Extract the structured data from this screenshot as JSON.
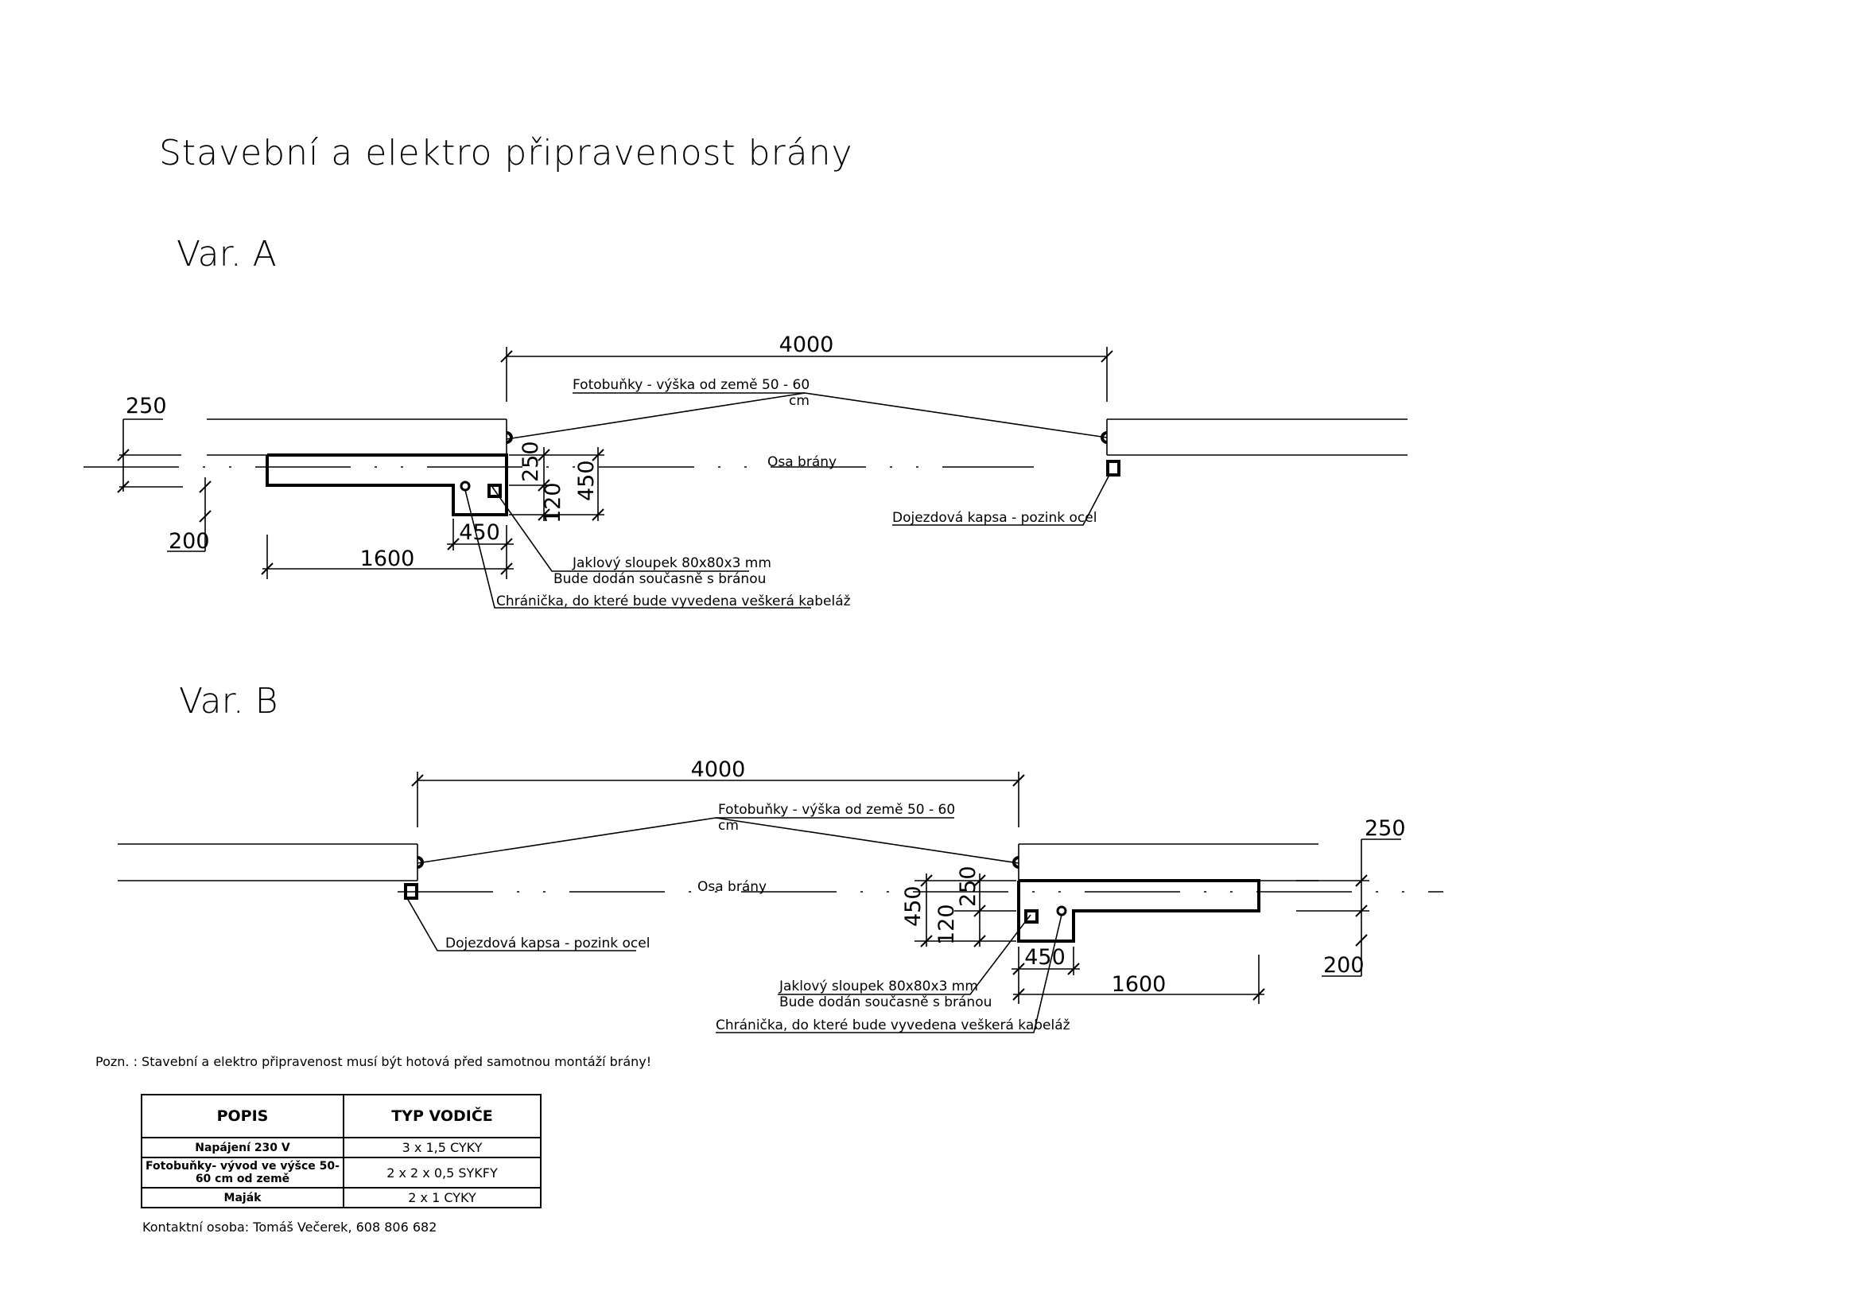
{
  "title": "Stavební a elektro připravenost brány",
  "variant_a": {
    "label": "Var. A",
    "dim_span": "4000",
    "dim_250": "250",
    "dim_200": "200",
    "dim_1600": "1600",
    "dim_450_h": "450",
    "dim_250_v": "250",
    "dim_450_v": "450",
    "dim_120_v": "120",
    "photocell_line1": "Fotobuňky - výška od země 50 - 60",
    "photocell_line2": "cm",
    "axis_label": "Osa brány",
    "pocket_label": "Dojezdová kapsa - pozink ocel",
    "post_line1": "Jaklový sloupek 80x80x3 mm",
    "post_line2": "Bude dodán současně s bránou",
    "conduit_label": "Chránička, do které bude vyvedena veškerá kabeláž"
  },
  "variant_b": {
    "label": "Var. B",
    "dim_span": "4000",
    "dim_250": "250",
    "dim_200": "200",
    "dim_1600": "1600",
    "dim_450_h": "450",
    "dim_250_v": "250",
    "dim_450_v": "450",
    "dim_120_v": "120",
    "photocell_line1": "Fotobuňky - výška od země 50 - 60",
    "photocell_line2": "cm",
    "axis_label": "Osa brány",
    "pocket_label": "Dojezdová kapsa - pozink ocel",
    "post_line1": "Jaklový sloupek 80x80x3 mm",
    "post_line2": "Bude dodán současně s bránou",
    "conduit_label": "Chránička, do které bude vyvedena veškerá kabeláž"
  },
  "note": "Pozn. : Stavební a elektro připravenost musí být hotová před samotnou montáží brány!",
  "table": {
    "headers": [
      "POPIS",
      "TYP VODIČE"
    ],
    "rows": [
      {
        "popis": "Napájení 230 V",
        "typ": "3 x 1,5 CYKY"
      },
      {
        "popis": "Fotobuňky- vývod ve výšce 50-60 cm od země",
        "typ": "2 x 2 x 0,5 SYKFY"
      },
      {
        "popis": "Maják",
        "typ": "2 x 1 CYKY"
      }
    ]
  },
  "contact": "Kontaktní osoba: Tomáš Večerek, 608 806 682"
}
